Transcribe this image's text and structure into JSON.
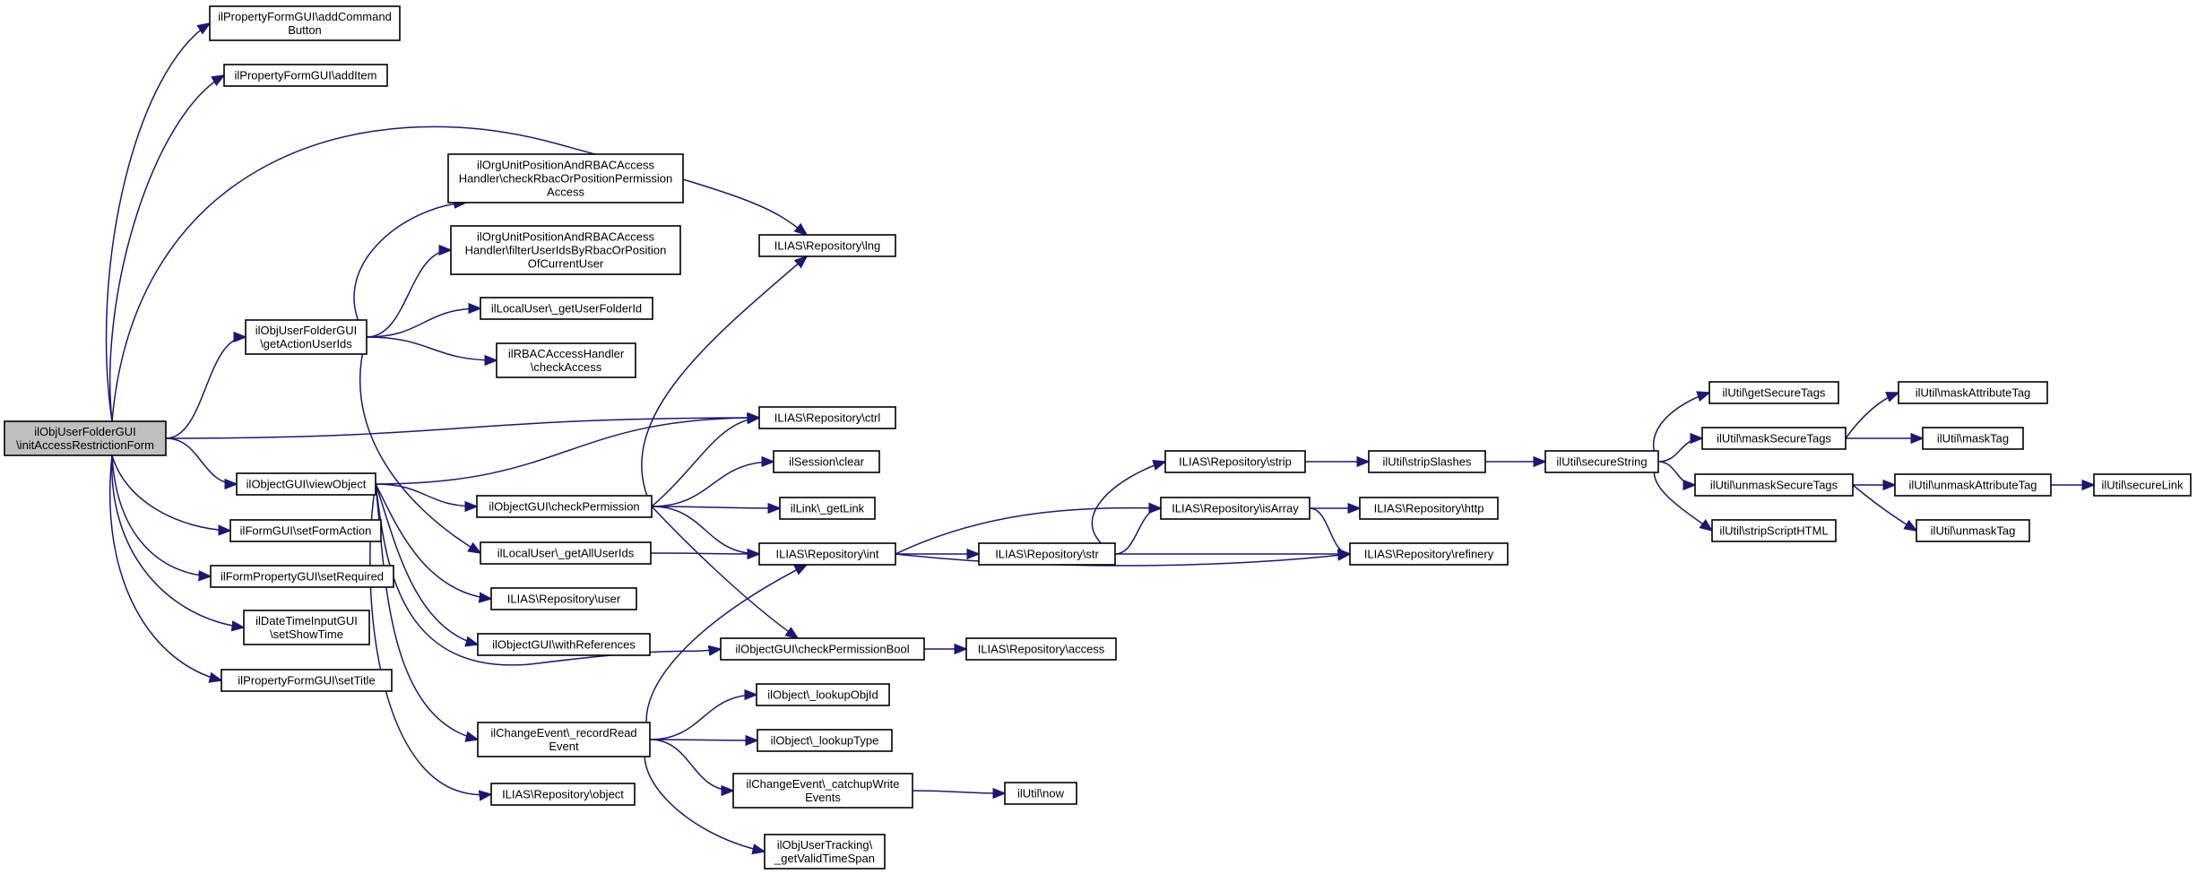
{
  "colors": {
    "edge": "#191970",
    "root_fill": "#bfbfbf",
    "node_fill": "#ffffff",
    "border": "#000000"
  },
  "nodes": [
    {
      "id": "root",
      "lines": [
        "ilObjUserFolderGUI",
        "\\initAccessRestrictionForm"
      ]
    },
    {
      "id": "addCommand",
      "lines": [
        "ilPropertyFormGUI\\addCommand",
        "Button"
      ]
    },
    {
      "id": "addItem",
      "lines": [
        "ilPropertyFormGUI\\addItem"
      ]
    },
    {
      "id": "lng",
      "lines": [
        "ILIAS\\Repository\\lng"
      ]
    },
    {
      "id": "checkRbac",
      "lines": [
        "ilOrgUnitPositionAndRBACAccess",
        "Handler\\checkRbacOrPositionPermission",
        "Access"
      ]
    },
    {
      "id": "filterUser",
      "lines": [
        "ilOrgUnitPositionAndRBACAccess",
        "Handler\\filterUserIdsByRbacOrPosition",
        "OfCurrentUser"
      ]
    },
    {
      "id": "getActionUserIds",
      "lines": [
        "ilObjUserFolderGUI",
        "\\getActionUserIds"
      ]
    },
    {
      "id": "getUserFolderId",
      "lines": [
        "ilLocalUser\\_getUserFolderId"
      ]
    },
    {
      "id": "rbacCheck",
      "lines": [
        "ilRBACAccessHandler",
        "\\checkAccess"
      ]
    },
    {
      "id": "ctrl",
      "lines": [
        "ILIAS\\Repository\\ctrl"
      ]
    },
    {
      "id": "viewObject",
      "lines": [
        "ilObjectGUI\\viewObject"
      ]
    },
    {
      "id": "sessionClear",
      "lines": [
        "ilSession\\clear"
      ]
    },
    {
      "id": "checkPermission",
      "lines": [
        "ilObjectGUI\\checkPermission"
      ]
    },
    {
      "id": "getLink",
      "lines": [
        "ilLink\\_getLink"
      ]
    },
    {
      "id": "setFormAction",
      "lines": [
        "ilFormGUI\\setFormAction"
      ]
    },
    {
      "id": "getAllUserIds",
      "lines": [
        "ilLocalUser\\_getAllUserIds"
      ]
    },
    {
      "id": "int",
      "lines": [
        "ILIAS\\Repository\\int"
      ]
    },
    {
      "id": "setRequired",
      "lines": [
        "ilFormPropertyGUI\\setRequired"
      ]
    },
    {
      "id": "user",
      "lines": [
        "ILIAS\\Repository\\user"
      ]
    },
    {
      "id": "setShowTime",
      "lines": [
        "ilDateTimeInputGUI",
        "\\setShowTime"
      ]
    },
    {
      "id": "withReferences",
      "lines": [
        "ilObjectGUI\\withReferences"
      ]
    },
    {
      "id": "checkPermBool",
      "lines": [
        "ilObjectGUI\\checkPermissionBool"
      ]
    },
    {
      "id": "access",
      "lines": [
        "ILIAS\\Repository\\access"
      ]
    },
    {
      "id": "setTitle",
      "lines": [
        "ilPropertyFormGUI\\setTitle"
      ]
    },
    {
      "id": "lookupObjId",
      "lines": [
        "ilObject\\_lookupObjId"
      ]
    },
    {
      "id": "recordRead",
      "lines": [
        "ilChangeEvent\\_recordRead",
        "Event"
      ]
    },
    {
      "id": "lookupType",
      "lines": [
        "ilObject\\_lookupType"
      ]
    },
    {
      "id": "catchup",
      "lines": [
        "ilChangeEvent\\_catchupWrite",
        "Events"
      ]
    },
    {
      "id": "now",
      "lines": [
        "ilUtil\\now"
      ]
    },
    {
      "id": "object",
      "lines": [
        "ILIAS\\Repository\\object"
      ]
    },
    {
      "id": "getValidTimeSpan",
      "lines": [
        "ilObjUserTracking\\",
        "_getValidTimeSpan"
      ]
    },
    {
      "id": "strip",
      "lines": [
        "ILIAS\\Repository\\strip"
      ]
    },
    {
      "id": "isArray",
      "lines": [
        "ILIAS\\Repository\\isArray"
      ]
    },
    {
      "id": "str",
      "lines": [
        "ILIAS\\Repository\\str"
      ]
    },
    {
      "id": "stripSlashes",
      "lines": [
        "ilUtil\\stripSlashes"
      ]
    },
    {
      "id": "http",
      "lines": [
        "ILIAS\\Repository\\http"
      ]
    },
    {
      "id": "refinery",
      "lines": [
        "ILIAS\\Repository\\refinery"
      ]
    },
    {
      "id": "secureString",
      "lines": [
        "ilUtil\\secureString"
      ]
    },
    {
      "id": "getSecureTags",
      "lines": [
        "ilUtil\\getSecureTags"
      ]
    },
    {
      "id": "maskSecureTags",
      "lines": [
        "ilUtil\\maskSecureTags"
      ]
    },
    {
      "id": "unmaskSecureTags",
      "lines": [
        "ilUtil\\unmaskSecureTags"
      ]
    },
    {
      "id": "stripScriptHTML",
      "lines": [
        "ilUtil\\stripScriptHTML"
      ]
    },
    {
      "id": "maskAttributeTag",
      "lines": [
        "ilUtil\\maskAttributeTag"
      ]
    },
    {
      "id": "maskTag",
      "lines": [
        "ilUtil\\maskTag"
      ]
    },
    {
      "id": "unmaskAttributeTag",
      "lines": [
        "ilUtil\\unmaskAttributeTag"
      ]
    },
    {
      "id": "unmaskTag",
      "lines": [
        "ilUtil\\unmaskTag"
      ]
    },
    {
      "id": "secureLink",
      "lines": [
        "ilUtil\\secureLink"
      ]
    }
  ],
  "edges": [
    [
      "root",
      "addCommand"
    ],
    [
      "root",
      "addItem"
    ],
    [
      "root",
      "lng"
    ],
    [
      "root",
      "getActionUserIds"
    ],
    [
      "root",
      "ctrl"
    ],
    [
      "root",
      "viewObject"
    ],
    [
      "root",
      "setFormAction"
    ],
    [
      "root",
      "setRequired"
    ],
    [
      "root",
      "setShowTime"
    ],
    [
      "root",
      "setTitle"
    ],
    [
      "getActionUserIds",
      "checkRbac"
    ],
    [
      "getActionUserIds",
      "filterUser"
    ],
    [
      "getActionUserIds",
      "getUserFolderId"
    ],
    [
      "getActionUserIds",
      "rbacCheck"
    ],
    [
      "getActionUserIds",
      "getAllUserIds"
    ],
    [
      "viewObject",
      "ctrl"
    ],
    [
      "viewObject",
      "checkPermission"
    ],
    [
      "viewObject",
      "user"
    ],
    [
      "viewObject",
      "withReferences"
    ],
    [
      "viewObject",
      "checkPermBool"
    ],
    [
      "viewObject",
      "recordRead"
    ],
    [
      "viewObject",
      "object"
    ],
    [
      "checkPermission",
      "lng"
    ],
    [
      "checkPermission",
      "ctrl"
    ],
    [
      "checkPermission",
      "sessionClear"
    ],
    [
      "checkPermission",
      "getLink"
    ],
    [
      "checkPermission",
      "int"
    ],
    [
      "checkPermission",
      "checkPermBool"
    ],
    [
      "getAllUserIds",
      "int"
    ],
    [
      "int",
      "isArray"
    ],
    [
      "int",
      "str"
    ],
    [
      "int",
      "refinery"
    ],
    [
      "str",
      "strip"
    ],
    [
      "str",
      "isArray"
    ],
    [
      "str",
      "refinery"
    ],
    [
      "strip",
      "stripSlashes"
    ],
    [
      "isArray",
      "http"
    ],
    [
      "isArray",
      "refinery"
    ],
    [
      "stripSlashes",
      "secureString"
    ],
    [
      "secureString",
      "getSecureTags"
    ],
    [
      "secureString",
      "maskSecureTags"
    ],
    [
      "secureString",
      "unmaskSecureTags"
    ],
    [
      "secureString",
      "stripScriptHTML"
    ],
    [
      "maskSecureTags",
      "maskAttributeTag"
    ],
    [
      "maskSecureTags",
      "maskTag"
    ],
    [
      "unmaskSecureTags",
      "unmaskAttributeTag"
    ],
    [
      "unmaskSecureTags",
      "unmaskTag"
    ],
    [
      "unmaskAttributeTag",
      "secureLink"
    ],
    [
      "checkPermBool",
      "access"
    ],
    [
      "recordRead",
      "int"
    ],
    [
      "recordRead",
      "lookupObjId"
    ],
    [
      "recordRead",
      "lookupType"
    ],
    [
      "recordRead",
      "catchup"
    ],
    [
      "recordRead",
      "getValidTimeSpan"
    ],
    [
      "catchup",
      "now"
    ]
  ]
}
